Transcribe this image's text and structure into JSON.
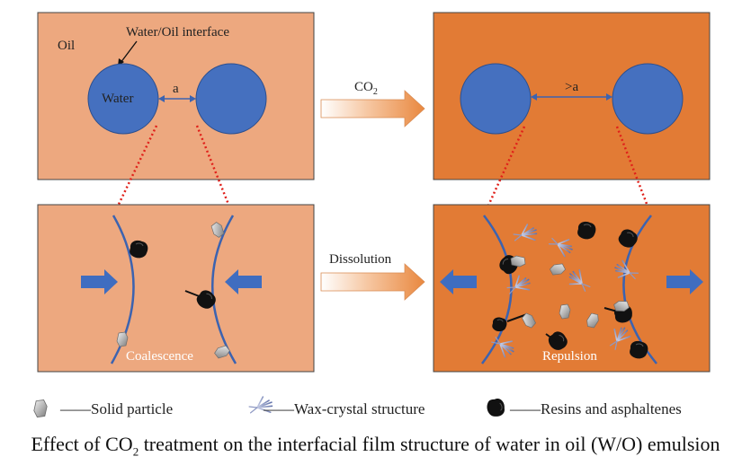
{
  "panels": {
    "top_left": {
      "label_oil": "Oil",
      "label_interface": "Water/Oil interface",
      "label_water": "Water",
      "label_distance": "a",
      "fill": "#EDA87F"
    },
    "top_right": {
      "label_distance": ">a",
      "fill": "#E27B35"
    },
    "bottom_left": {
      "label": "Coalescence",
      "fill": "#EDA87F"
    },
    "bottom_right": {
      "label": "Repulsion",
      "fill": "#E27B35"
    }
  },
  "arrows": {
    "co2_label_main": "CO",
    "co2_label_sub": "2",
    "dissolution_label": "Dissolution"
  },
  "legend": {
    "solid_particle": "——Solid particle",
    "wax_crystal": "——Wax-crystal structure",
    "resins": "——Resins and asphaltenes"
  },
  "caption": {
    "before": "Effect of CO",
    "sub": "2",
    "after": " treatment on the interfacial film structure of water in oil (W/O) emulsion"
  },
  "colors": {
    "droplet": "#4570BF",
    "droplet_stroke": "#2D4F8E",
    "interface_line": "#3C63B0",
    "dotted_red": "#E0201A",
    "blue_arrow": "#3F6DC0"
  }
}
